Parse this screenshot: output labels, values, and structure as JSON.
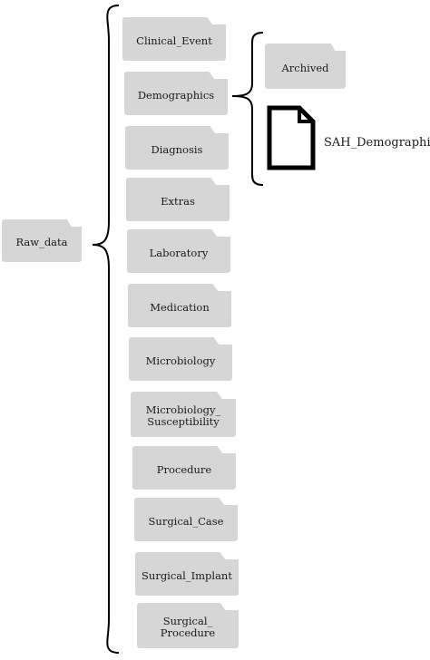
{
  "root": {
    "label": "Raw_data"
  },
  "subfolders": [
    {
      "id": "clinical-event",
      "label": "Clinical_Event"
    },
    {
      "id": "demographics",
      "label": "Demographics"
    },
    {
      "id": "diagnosis",
      "label": "Diagnosis"
    },
    {
      "id": "extras",
      "label": "Extras"
    },
    {
      "id": "laboratory",
      "label": "Laboratory"
    },
    {
      "id": "medication",
      "label": "Medication"
    },
    {
      "id": "microbiology",
      "label": "Microbiology"
    },
    {
      "id": "microbiology-susceptibility",
      "label": "Microbiology_\nSusceptibility"
    },
    {
      "id": "procedure",
      "label": "Procedure"
    },
    {
      "id": "surgical-case",
      "label": "Surgical_Case"
    },
    {
      "id": "surgical-implant",
      "label": "Surgical_Implant"
    },
    {
      "id": "surgical-procedure",
      "label": "Surgical_\nProcedure"
    }
  ],
  "demographics_children": {
    "folder": {
      "label": "Archived"
    },
    "file": {
      "label": "SAH_Demographics"
    }
  },
  "colors": {
    "folder_fill": "#d6d6d6",
    "line": "#000000"
  },
  "icons": {
    "folder": "folder-icon",
    "file": "document-icon"
  }
}
